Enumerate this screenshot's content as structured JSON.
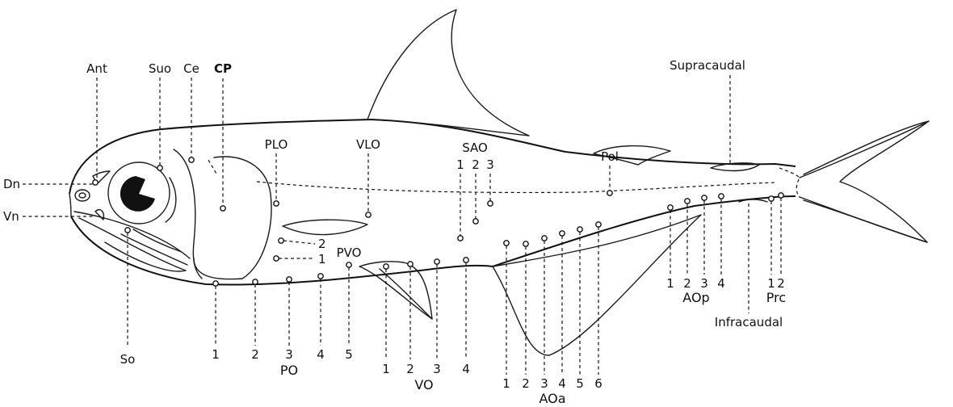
{
  "labels": {
    "ant": "Ant",
    "suo": "Suo",
    "ce": "Ce",
    "cp": "CP",
    "dn": "Dn",
    "vn": "Vn",
    "so": "So",
    "plo": "PLO",
    "vlo": "VLO",
    "sao": "SAO",
    "pol": "Pol",
    "pvo": "PVO",
    "supracaudal": "Supracaudal",
    "infracaudal": "Infracaudal",
    "pvo_1": "1",
    "pvo_2": "2"
  },
  "groups": {
    "po": {
      "label": "PO",
      "numbers": [
        "1",
        "2",
        "3",
        "4",
        "5"
      ]
    },
    "vo": {
      "label": "VO",
      "numbers": [
        "1",
        "2",
        "3",
        "4"
      ]
    },
    "aoa": {
      "label": "AOa",
      "numbers": [
        "1",
        "2",
        "3",
        "4",
        "5",
        "6"
      ]
    },
    "aop": {
      "label": "AOp",
      "numbers": [
        "1",
        "2",
        "3",
        "4"
      ]
    },
    "prc": {
      "label": "Prc",
      "numbers": [
        "1",
        "2"
      ]
    },
    "sao": {
      "numbers": [
        "1",
        "2",
        "3"
      ]
    }
  }
}
